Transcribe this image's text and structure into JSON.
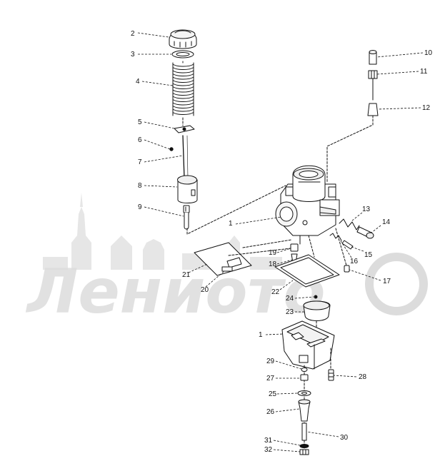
{
  "watermark": {
    "text": "Лениото",
    "color": "#d9d9d9"
  },
  "colors": {
    "ink": "#111111",
    "background": "#ffffff"
  },
  "callouts": [
    {
      "id": "c2",
      "label": "2",
      "part": "carb-cap-icon"
    },
    {
      "id": "c3",
      "label": "3",
      "part": "washer-ring-icon"
    },
    {
      "id": "c4",
      "label": "4",
      "part": "throttle-spring-icon"
    },
    {
      "id": "c5",
      "label": "5",
      "part": "needle-clip-plate-icon"
    },
    {
      "id": "c6",
      "label": "6",
      "part": "e-clip-icon"
    },
    {
      "id": "c7",
      "label": "7",
      "part": "jet-needle-icon"
    },
    {
      "id": "c8",
      "label": "8",
      "part": "throttle-valve-icon"
    },
    {
      "id": "c9",
      "label": "9",
      "part": "cable-end-icon"
    },
    {
      "id": "c10",
      "label": "10",
      "part": "cable-adjuster-icon"
    },
    {
      "id": "c11",
      "label": "11",
      "part": "adjuster-nut-icon"
    },
    {
      "id": "c12",
      "label": "12",
      "part": "cable-boot-icon"
    },
    {
      "id": "c1a",
      "label": "1",
      "part": "carburetor-body-icon"
    },
    {
      "id": "c13",
      "label": "13",
      "part": "idle-screw-spring-icon"
    },
    {
      "id": "c14",
      "label": "14",
      "part": "idle-screw-icon"
    },
    {
      "id": "c15",
      "label": "15",
      "part": "pilot-screw-icon"
    },
    {
      "id": "c16",
      "label": "16",
      "part": "pilot-spring-icon"
    },
    {
      "id": "c17",
      "label": "17",
      "part": "plug-icon"
    },
    {
      "id": "c18",
      "label": "18",
      "part": "needle-valve-icon"
    },
    {
      "id": "c19",
      "label": "19",
      "part": "valve-seat-icon"
    },
    {
      "id": "c20",
      "label": "20",
      "part": "float-arm-pin-icon"
    },
    {
      "id": "c21",
      "label": "21",
      "part": "float-arm-icon"
    },
    {
      "id": "c22",
      "label": "22",
      "part": "bowl-gasket-icon"
    },
    {
      "id": "c23",
      "label": "23",
      "part": "float-icon"
    },
    {
      "id": "c24",
      "label": "24",
      "part": "float-pin-icon"
    },
    {
      "id": "c1b",
      "label": "1",
      "part": "float-bowl-icon"
    },
    {
      "id": "c28",
      "label": "28",
      "part": "bowl-screw-icon"
    },
    {
      "id": "c29",
      "label": "29",
      "part": "o-ring-icon"
    },
    {
      "id": "c27",
      "label": "27",
      "part": "main-jet-icon"
    },
    {
      "id": "c25",
      "label": "25",
      "part": "jet-washer-icon"
    },
    {
      "id": "c26",
      "label": "26",
      "part": "needle-jet-icon"
    },
    {
      "id": "c30",
      "label": "30",
      "part": "drain-tube-icon"
    },
    {
      "id": "c31",
      "label": "31",
      "part": "drain-washer-icon"
    },
    {
      "id": "c32",
      "label": "32",
      "part": "drain-plug-icon"
    }
  ]
}
